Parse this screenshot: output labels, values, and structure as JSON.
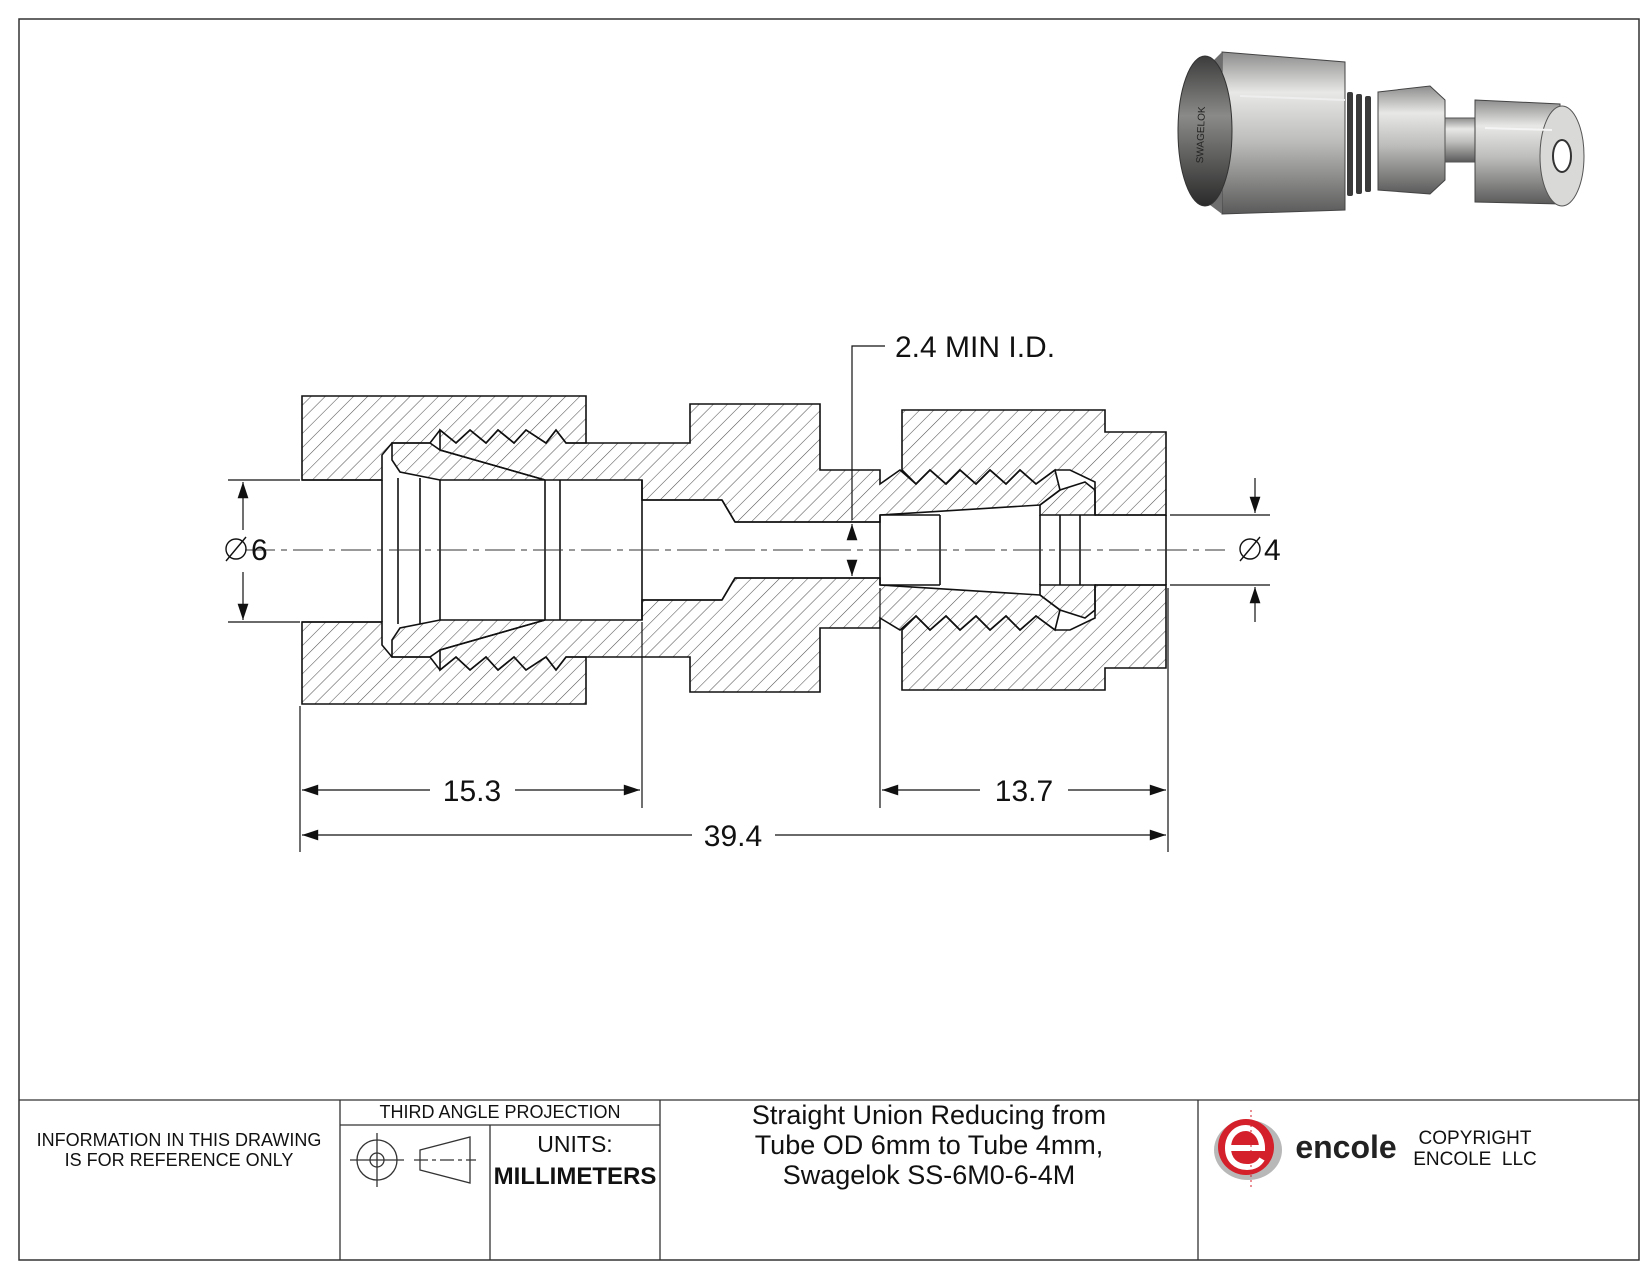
{
  "dimensions": {
    "left_diameter": "6",
    "right_diameter": "4",
    "left_length": "15.3",
    "right_length": "13.7",
    "overall_length": "39.4",
    "min_id_note": "2.4 MIN I.D."
  },
  "title_block": {
    "reference_note_line1": "INFORMATION IN THIS DRAWING",
    "reference_note_line2": "IS FOR REFERENCE ONLY",
    "projection_label": "THIRD ANGLE PROJECTION",
    "units_label": "UNITS:",
    "units_value": "MILLIMETERS",
    "title_line1": "Straight Union Reducing from",
    "title_line2": "Tube OD 6mm to Tube 4mm,",
    "title_line3": "Swagelok SS-6M0-6-4M",
    "logo_text": "encole",
    "copyright_line1": "COPYRIGHT",
    "copyright_line2": "ENCOLE  LLC"
  },
  "product_image": {
    "brand_marking": "SWAGELOK"
  },
  "colors": {
    "line": "#111111",
    "hatch": "#555555",
    "logo_red": "#d4202a"
  }
}
